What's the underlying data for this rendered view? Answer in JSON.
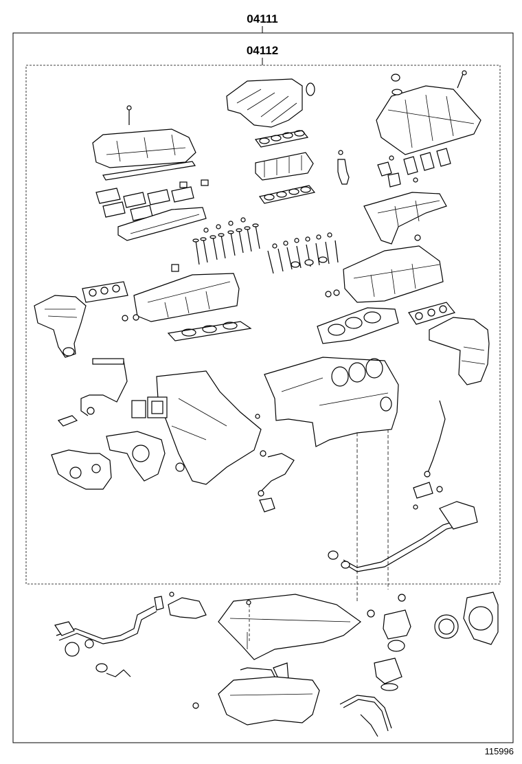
{
  "callouts": [
    {
      "id": "outer",
      "number": "04111"
    },
    {
      "id": "inner",
      "number": "04112"
    }
  ],
  "figure_number": "115996",
  "colors": {
    "line": "#000000",
    "background": "#ffffff"
  }
}
